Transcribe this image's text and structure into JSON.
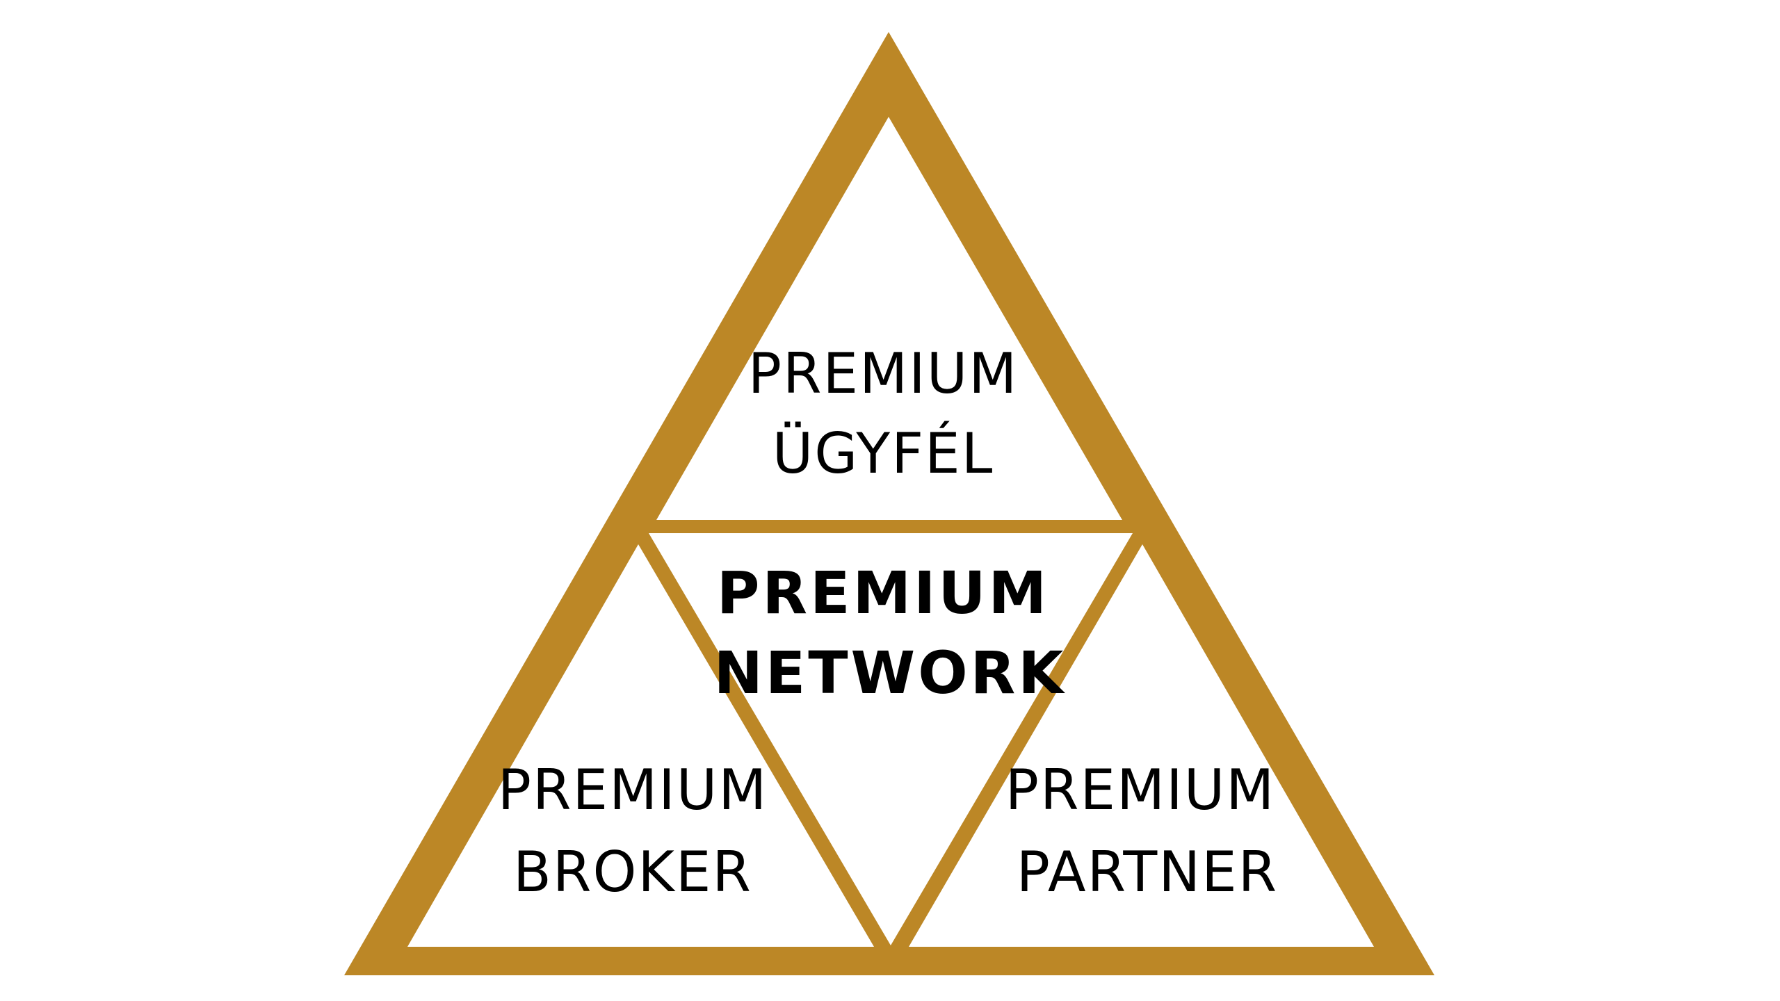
{
  "colors": {
    "gold": "#BC8726",
    "background": "#FFFFFF",
    "text": "#000000"
  },
  "top": {
    "line1": "PREMIUM",
    "line2": "ÜGYFÉL"
  },
  "center": {
    "line1": "PREMIUM",
    "line2": "NETWORK"
  },
  "left": {
    "line1": "PREMIUM",
    "line2": "BROKER"
  },
  "right": {
    "line1": "PREMIUM",
    "line2": "PARTNER"
  }
}
